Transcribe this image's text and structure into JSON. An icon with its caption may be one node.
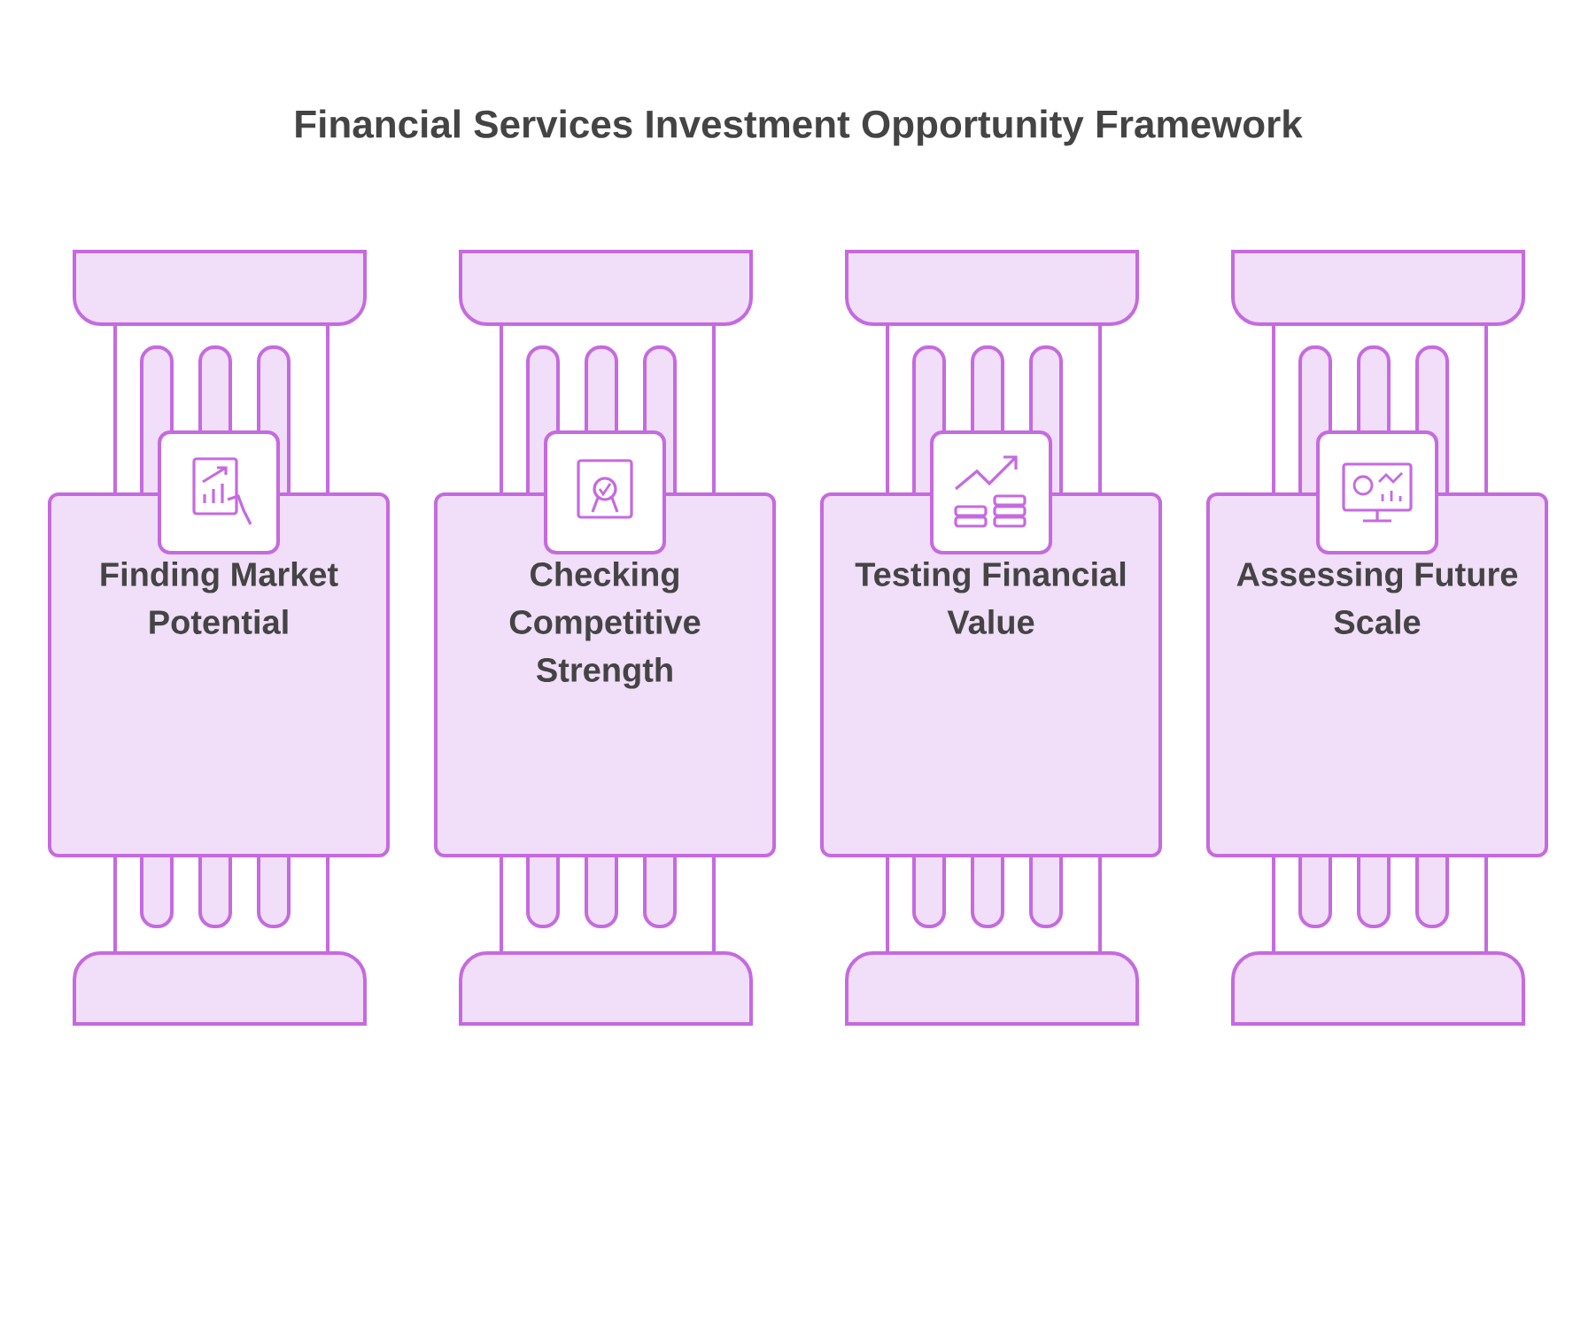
{
  "diagram": {
    "title": "Financial Services Investment Opportunity Framework",
    "nodes": [
      {
        "text": [
          "Finding Market Potential"
        ]
      },
      {
        "text": [
          "Checking Competitive Strength"
        ]
      },
      {
        "text": [
          "Testing Financial Value"
        ]
      },
      {
        "text": [
          "Assessing Future Scale"
        ]
      }
    ]
  }
}
